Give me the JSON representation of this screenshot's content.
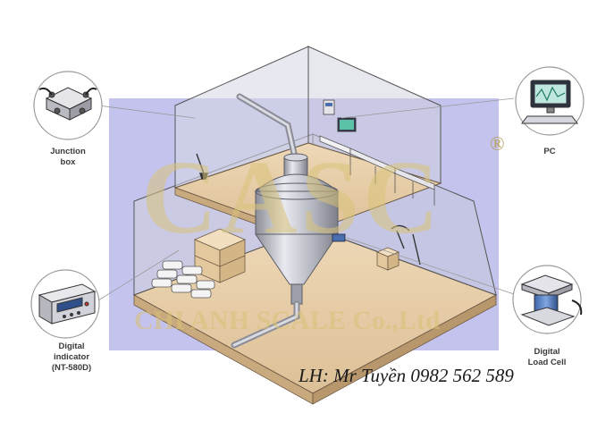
{
  "components": {
    "junction_box": {
      "label_line1": "Junction",
      "label_line2": "box"
    },
    "pc": {
      "label": "PC"
    },
    "digital_indicator": {
      "label_line1": "Digital",
      "label_line2": "indicator",
      "label_line3": "(NT-580D)"
    },
    "load_cell": {
      "label_line1": "Digital",
      "label_line2": "Load Cell"
    }
  },
  "watermark": {
    "logo_text": "CASC",
    "registered_mark": "®",
    "company": "CHI ANH SCALE Co.,Ltd"
  },
  "contact": {
    "text": "LH: Mr Tuyền 0982 562 589"
  },
  "colors": {
    "watermark_band": "#b9b9ea",
    "watermark_gold": "#d8c27a",
    "floor": "#e8cfa8",
    "wall": "#d9dae4",
    "circle_stroke": "#9a9a9a"
  }
}
